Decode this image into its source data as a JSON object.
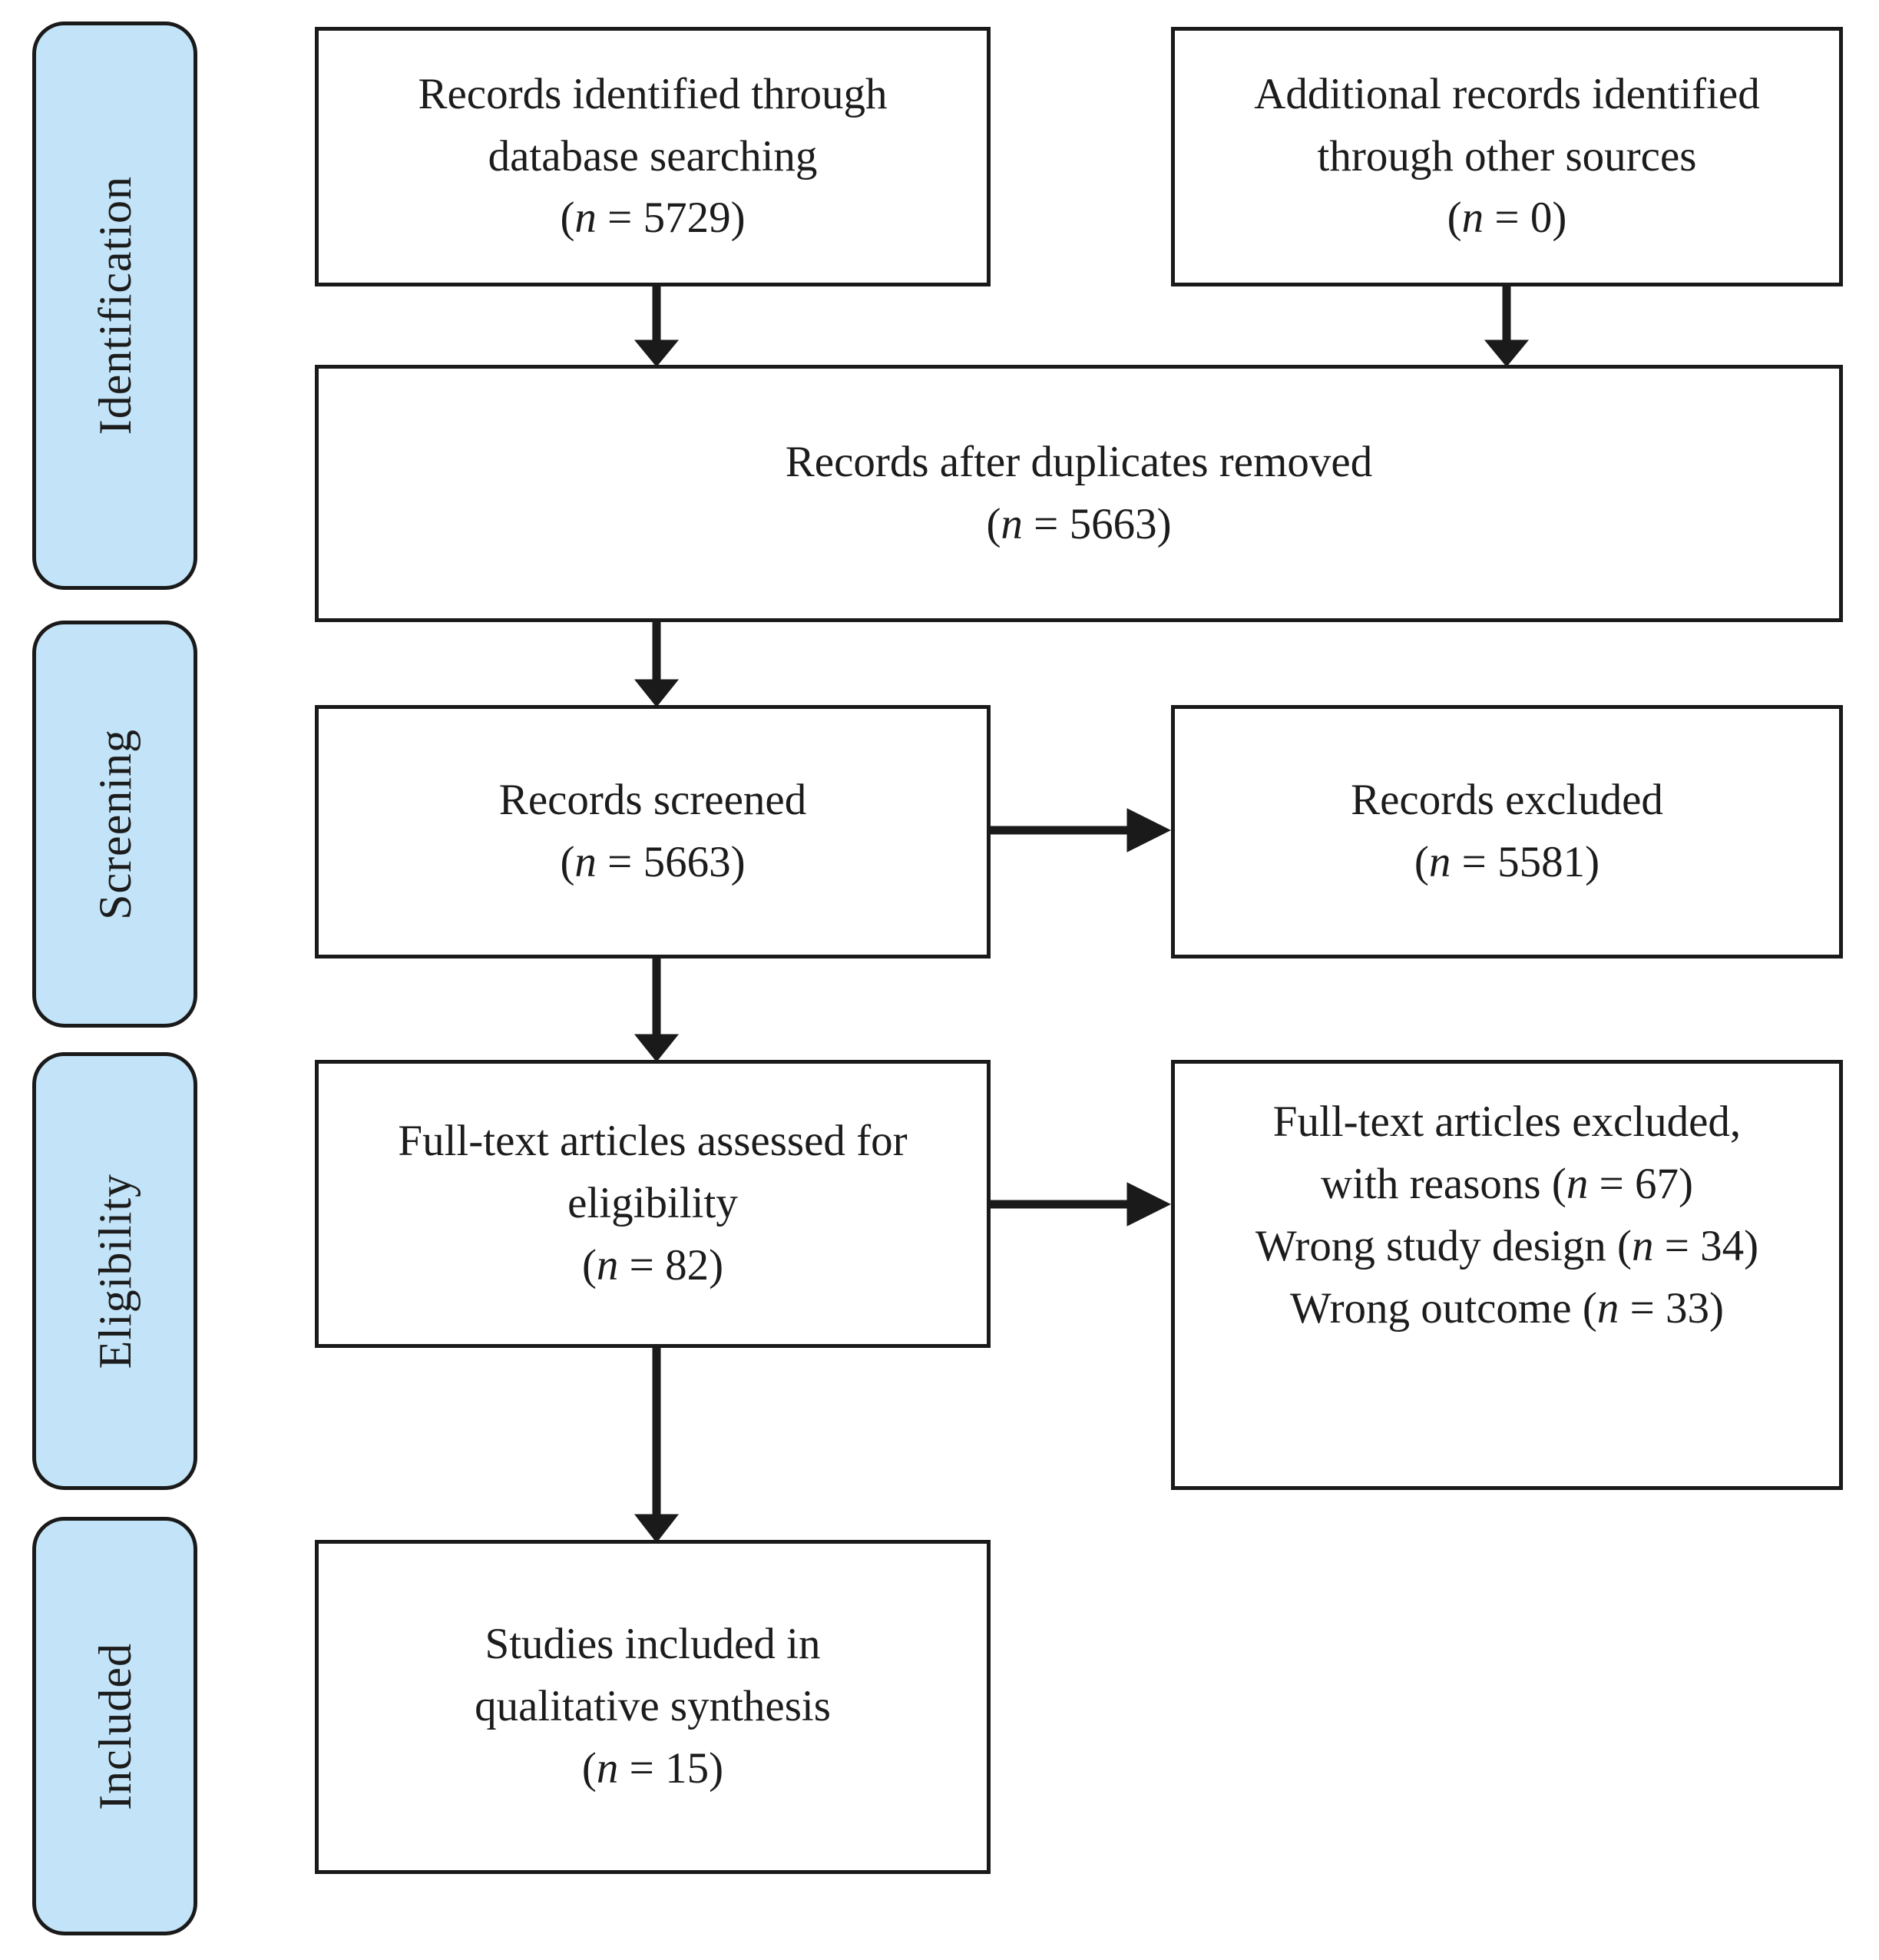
{
  "diagram": {
    "title": "PRISMA flow diagram",
    "accent_color": "#c3e4f8",
    "line_color": "#1a1a1a",
    "box_fill": "#ffffff"
  },
  "stages": [
    {
      "id": "identification",
      "label": "Identification"
    },
    {
      "id": "screening",
      "label": "Screening"
    },
    {
      "id": "eligibility",
      "label": "Eligibility"
    },
    {
      "id": "included",
      "label": "Included"
    }
  ],
  "boxes": {
    "db_search": {
      "line1": "Records identified through",
      "line2": "database searching",
      "count_prefix": "(",
      "count_n": "n",
      "count_eq": " = ",
      "count_value": "5729",
      "count_suffix": ")"
    },
    "other_sources": {
      "line1": "Additional records identified",
      "line2": "through other sources",
      "count_prefix": "(",
      "count_n": "n",
      "count_eq": " = ",
      "count_value": "0",
      "count_suffix": ")"
    },
    "after_duplicates": {
      "line1": "Records after duplicates removed",
      "count_prefix": "(",
      "count_n": "n",
      "count_eq": " = ",
      "count_value": "5663",
      "count_suffix": ")"
    },
    "screened": {
      "line1": "Records screened",
      "count_prefix": "(",
      "count_n": "n",
      "count_eq": " = ",
      "count_value": "5663",
      "count_suffix": ")"
    },
    "records_excluded": {
      "line1": "Records excluded",
      "count_prefix": "(",
      "count_n": "n",
      "count_eq": " = ",
      "count_value": "5581",
      "count_suffix": ")"
    },
    "fulltext_assessed": {
      "line1": "Full-text articles assessed for",
      "line2": "eligibility",
      "count_prefix": "(",
      "count_n": "n",
      "count_eq": " = ",
      "count_value": "82",
      "count_suffix": ")"
    },
    "fulltext_excluded": {
      "line1": "Full-text articles excluded,",
      "line2_pre": "with reasons (",
      "line2_n": "n",
      "line2_eq": " = ",
      "line2_value": "67",
      "line2_post": ")",
      "line3_pre": "Wrong study design (",
      "line3_n": "n",
      "line3_eq": " = ",
      "line3_value": "34",
      "line3_post": ")",
      "line4_pre": "Wrong outcome (",
      "line4_n": "n",
      "line4_eq": " = ",
      "line4_value": "33",
      "line4_post": ")"
    },
    "included_studies": {
      "line1": "Studies included in",
      "line2": "qualitative synthesis",
      "count_prefix": "(",
      "count_n": "n",
      "count_eq": " = ",
      "count_value": "15",
      "count_suffix": ")"
    }
  }
}
